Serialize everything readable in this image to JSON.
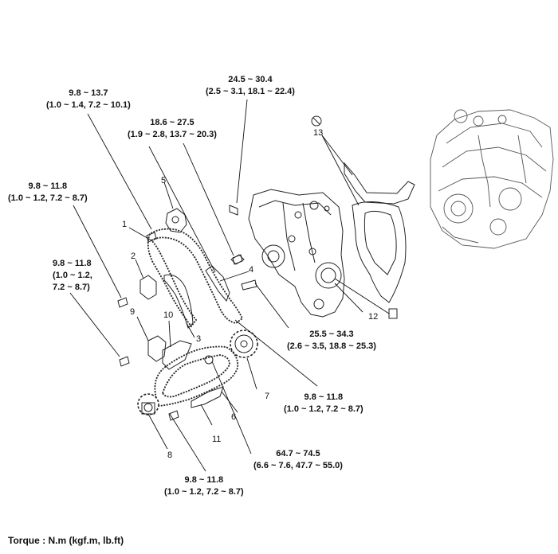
{
  "torques": {
    "t1": [
      "24.5 ~ 30.4",
      "(2.5 ~ 3.1, 18.1 ~ 22.4)"
    ],
    "t2": [
      "9.8 ~ 13.7",
      "(1.0 ~ 1.4, 7.2 ~ 10.1)"
    ],
    "t3": [
      "18.6 ~ 27.5",
      "(1.9 ~ 2.8, 13.7 ~ 20.3)"
    ],
    "t4": [
      "9.8 ~ 11.8",
      "(1.0 ~ 1.2, 7.2 ~ 8.7)"
    ],
    "t5": [
      "9.8 ~ 11.8",
      "(1.0 ~ 1.2,",
      "7.2 ~ 8.7)"
    ],
    "t6": [
      "25.5 ~ 34.3",
      "(2.6 ~ 3.5, 18.8 ~ 25.3)"
    ],
    "t7": [
      "9.8 ~ 11.8",
      "(1.0 ~ 1.2, 7.2 ~ 8.7)"
    ],
    "t8": [
      "64.7 ~ 74.5",
      "(6.6 ~ 7.6, 47.7 ~ 55.0)"
    ],
    "t9": [
      "9.8 ~ 11.8",
      "(1.0 ~ 1.2, 7.2 ~ 8.7)"
    ]
  },
  "part_numbers": [
    "1",
    "2",
    "3",
    "4",
    "5",
    "6",
    "7",
    "8",
    "9",
    "10",
    "11",
    "12",
    "13"
  ],
  "footer": "Torque : N.m (kgf.m, lb.ft)"
}
